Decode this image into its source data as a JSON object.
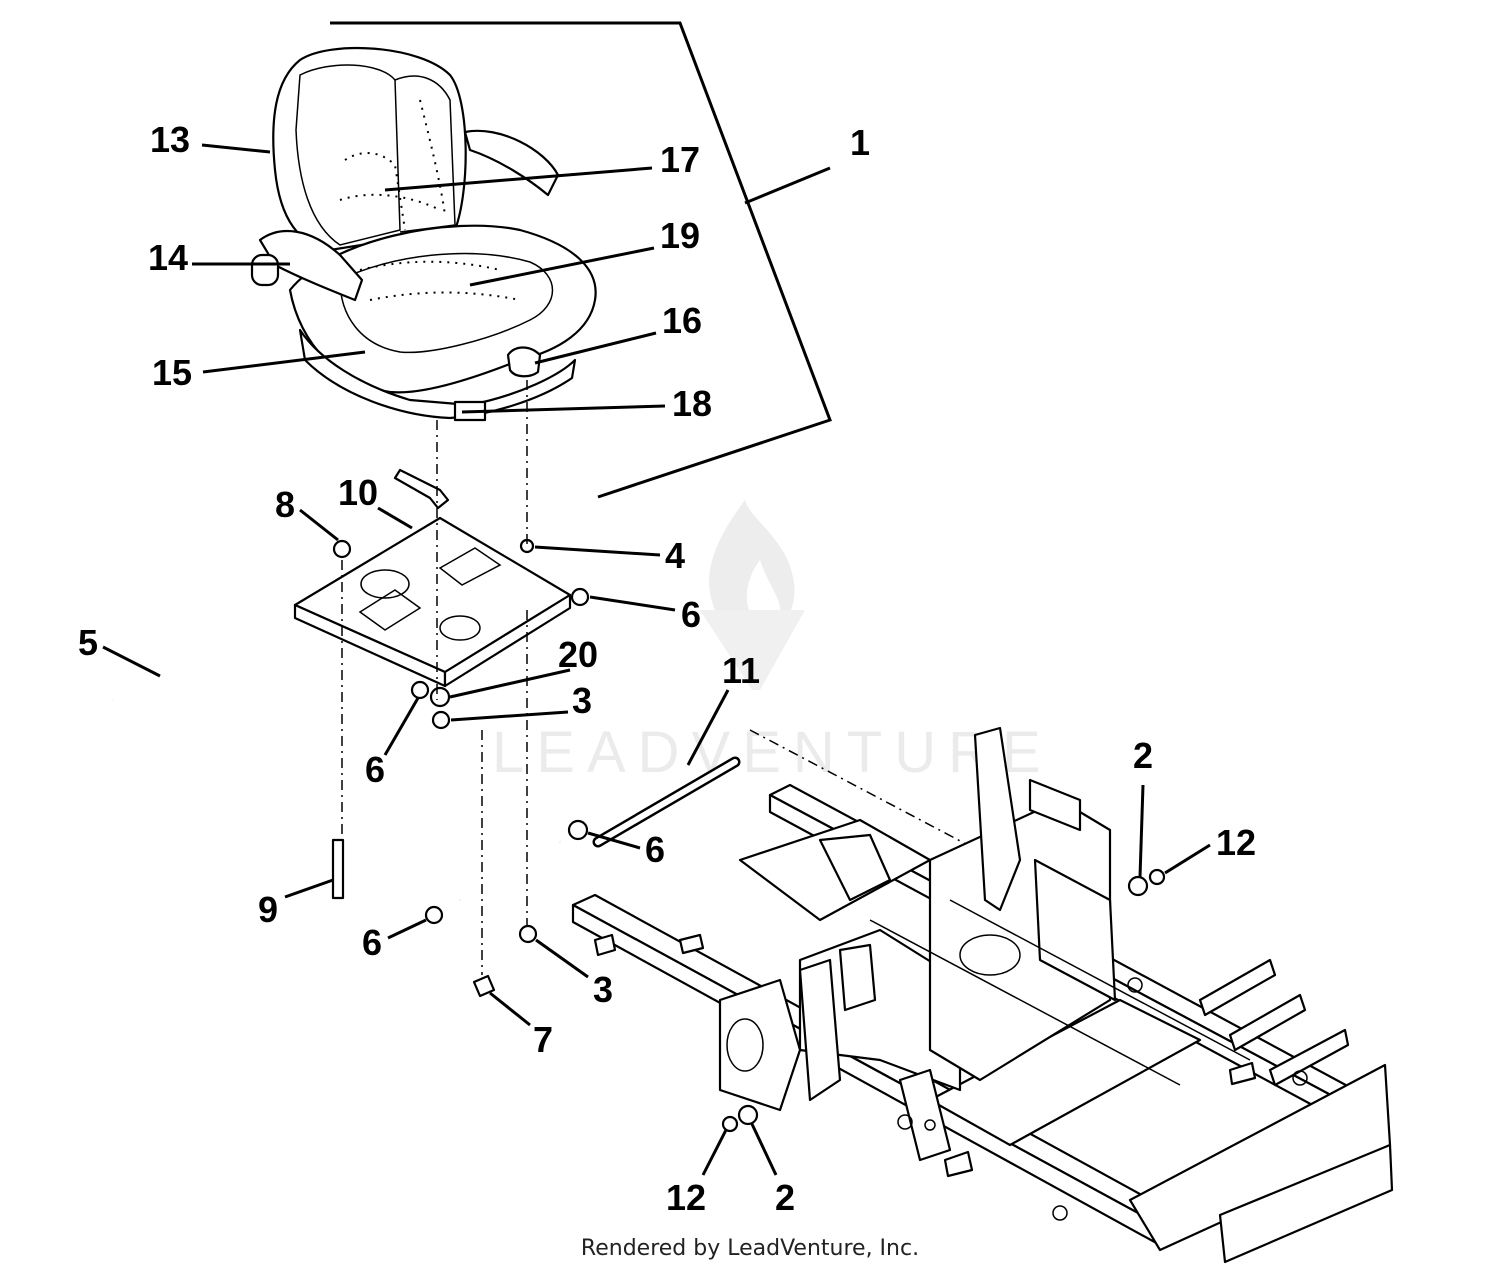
{
  "watermark_text": "LEADVENTURE",
  "footer_text": "Rendered by LeadVenture, Inc.",
  "callouts": {
    "c1": "1",
    "c2a": "2",
    "c2b": "2",
    "c3a": "3",
    "c3b": "3",
    "c4": "4",
    "c5": "5",
    "c6a": "6",
    "c6b": "6",
    "c6c": "6",
    "c6d": "6",
    "c7": "7",
    "c8": "8",
    "c9": "9",
    "c10": "10",
    "c11": "11",
    "c12a": "12",
    "c12b": "12",
    "c13": "13",
    "c14": "14",
    "c15": "15",
    "c16": "16",
    "c17": "17",
    "c18": "18",
    "c19": "19",
    "c20": "20"
  },
  "icons": {
    "watermark_logo": "flame-v-logo-icon"
  }
}
